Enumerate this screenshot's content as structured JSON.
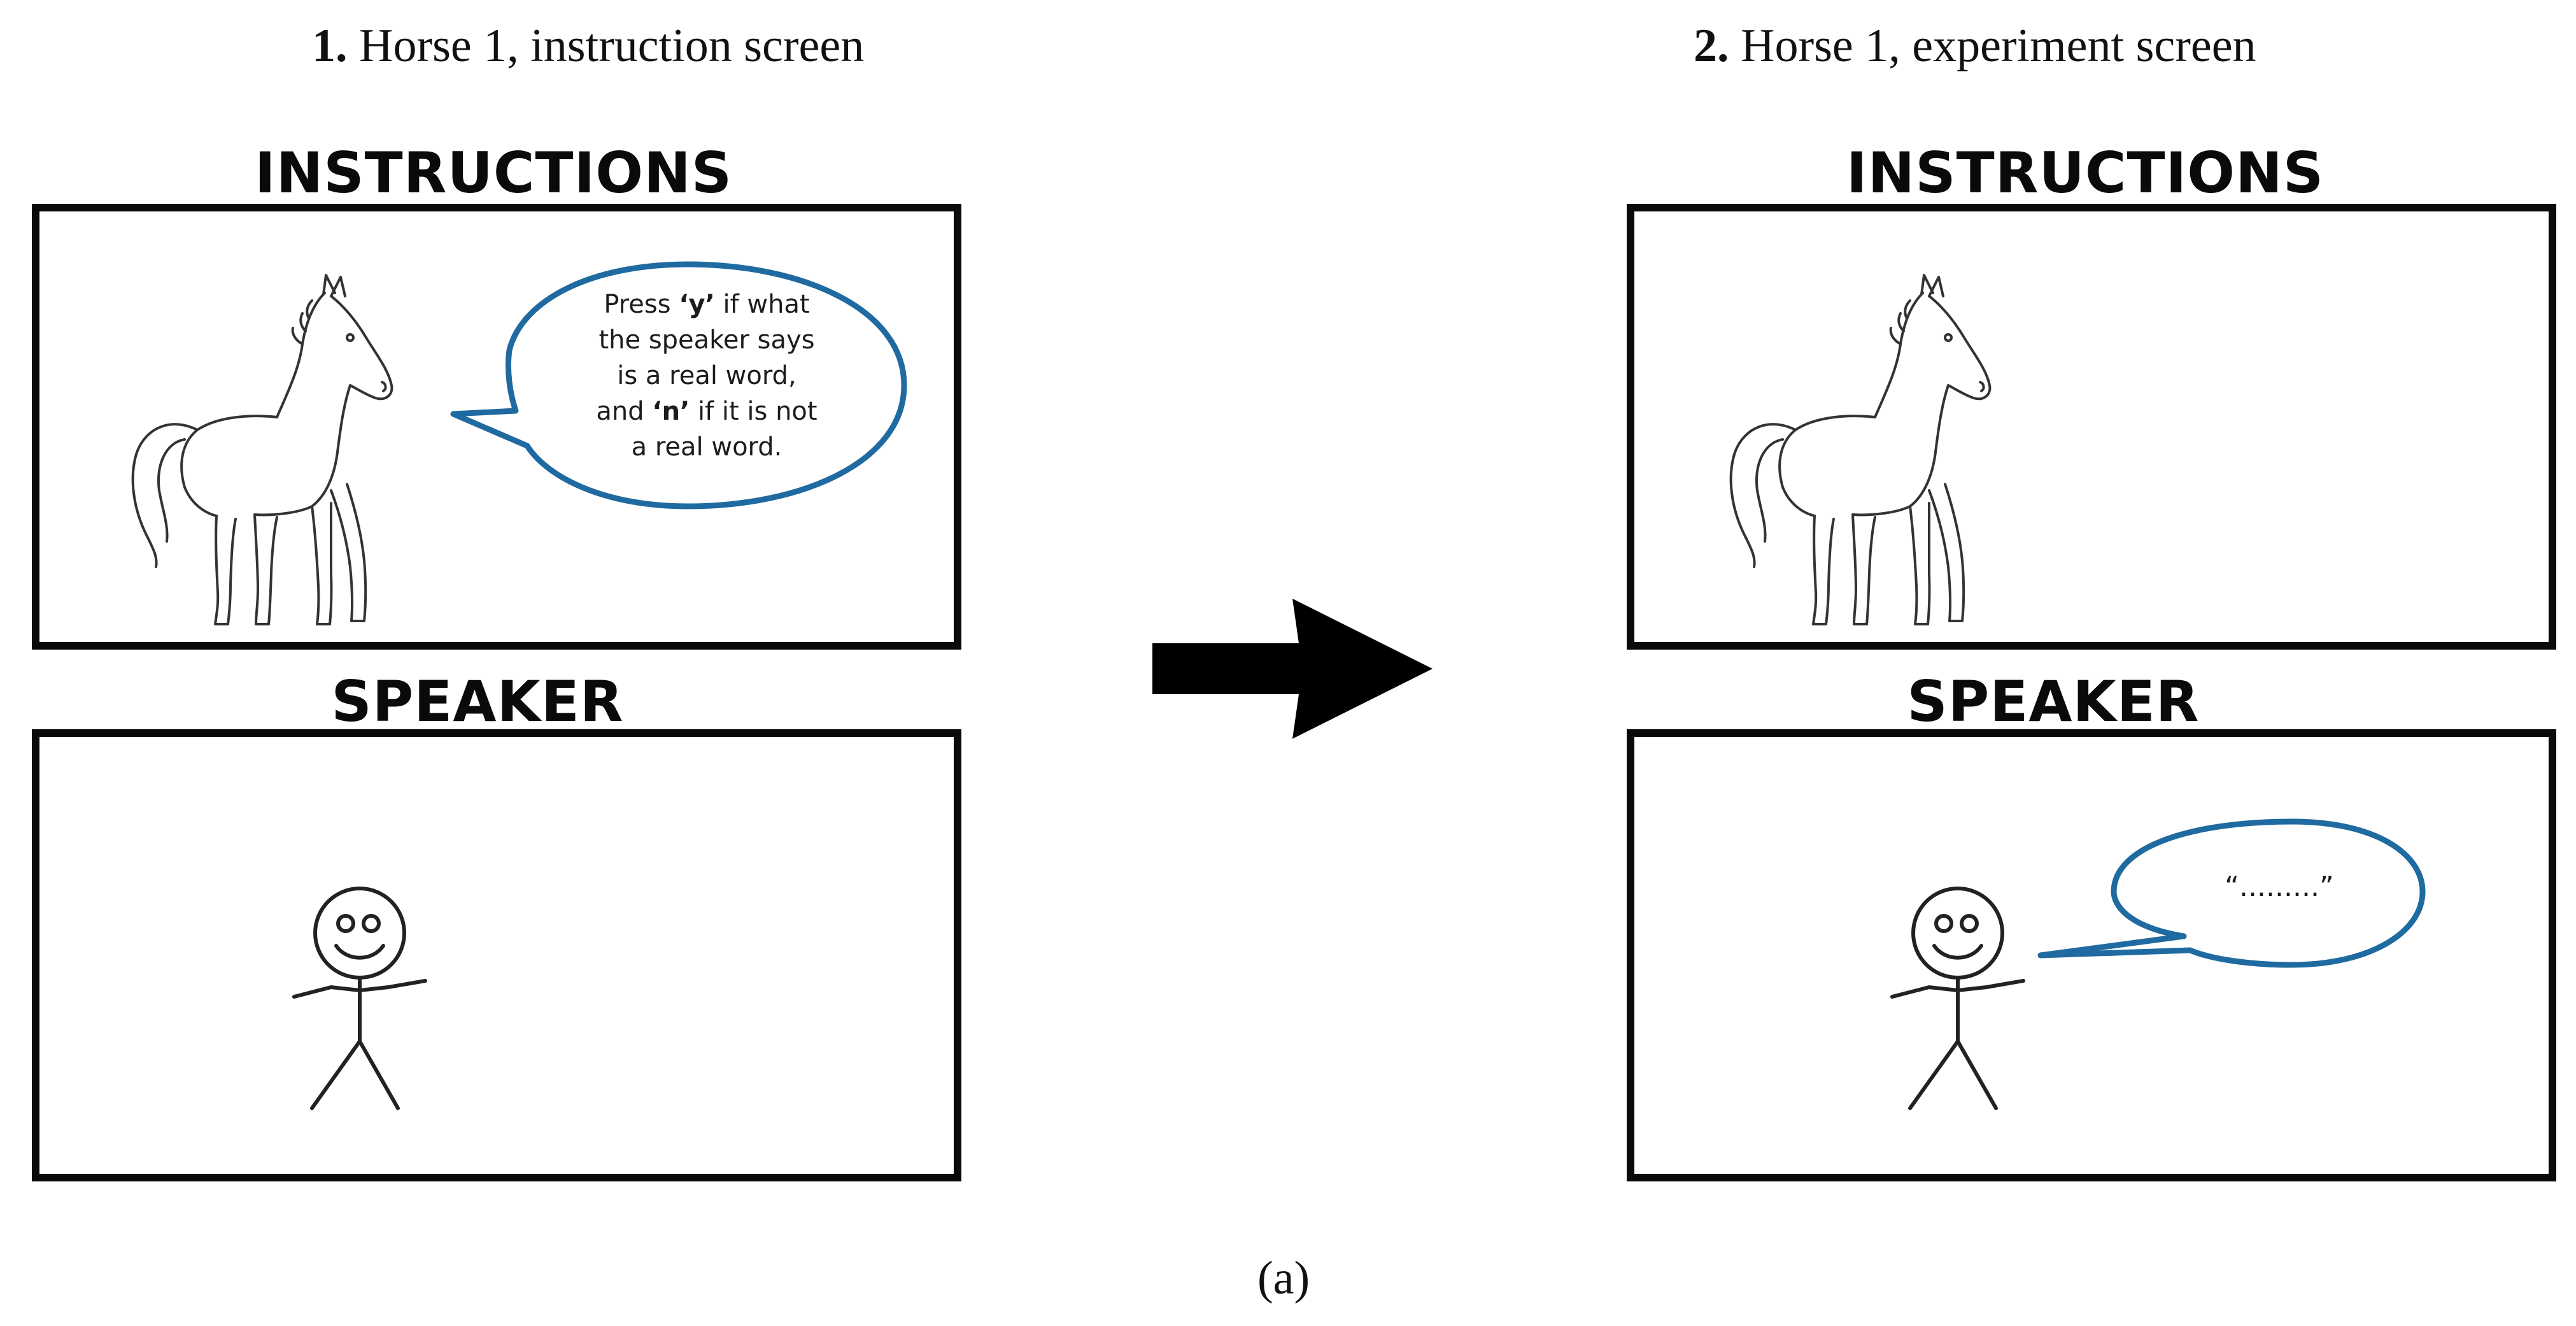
{
  "colors": {
    "bubble_stroke": "#1f6aa0",
    "frame": "#0a0a0a"
  },
  "left": {
    "title_number": "1.",
    "title_text": " Horse 1, instruction screen",
    "instructions_label": "INSTRUCTIONS",
    "speaker_label": "SPEAKER",
    "bubble": {
      "line1_pre": "Press ",
      "line1_key": "‘y’",
      "line1_post": " if what",
      "line2": "the speaker says",
      "line3": "is a real word,",
      "line4_pre": "and ",
      "line4_key": "‘n’",
      "line4_post": " if it is not",
      "line5": "a real word."
    },
    "icons": [
      "horse-icon",
      "stick-figure-icon"
    ]
  },
  "right": {
    "title_number": "2.",
    "title_text": " Horse 1, experiment screen",
    "instructions_label": "INSTRUCTIONS",
    "speaker_label": "SPEAKER",
    "speech_text": "“.........”",
    "icons": [
      "horse-icon",
      "stick-figure-icon"
    ]
  },
  "arrow_icon": "right-arrow-icon",
  "caption": "(a)"
}
